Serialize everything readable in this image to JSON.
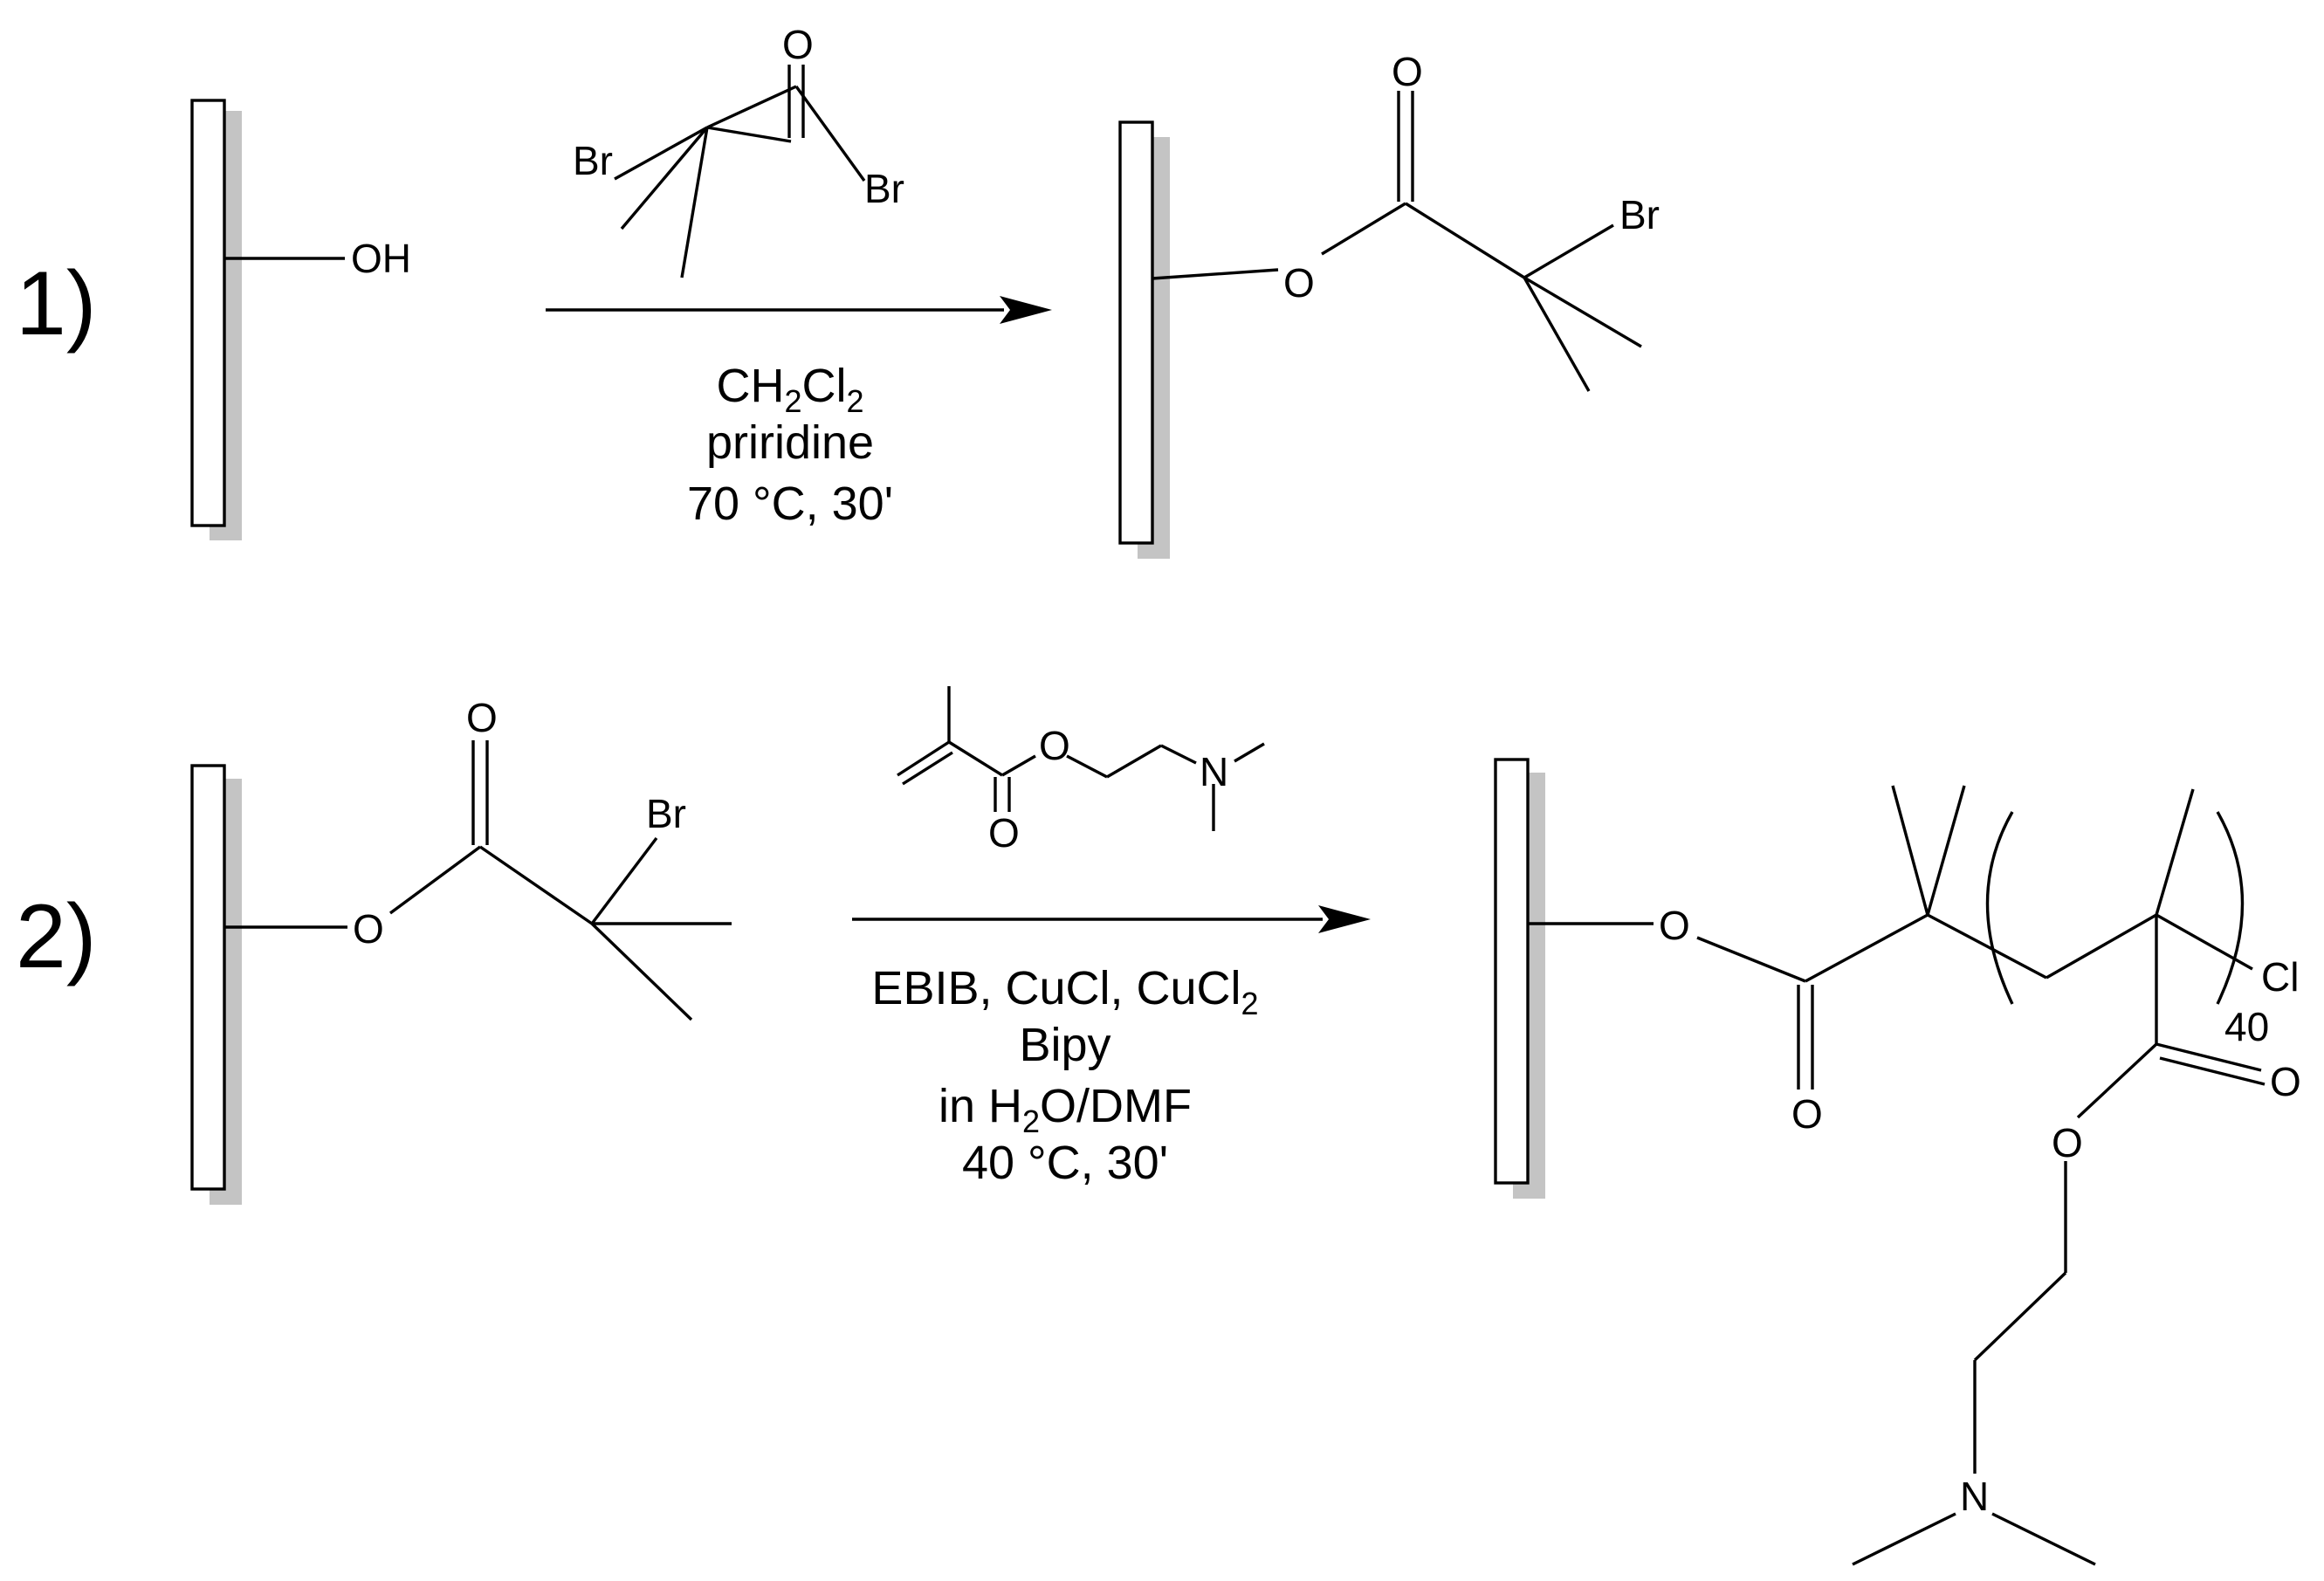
{
  "steps": [
    {
      "number": "1)",
      "start": {
        "group": "OH"
      },
      "reagent": {
        "atoms": {
          "o": "O",
          "br1": "Br",
          "br2": "Br"
        }
      },
      "conditions": {
        "line1": {
          "main": "CH",
          "s1": "2",
          "mid": "Cl",
          "s2": "2"
        },
        "line2": "priridine",
        "line3": "70 °C, 30'"
      },
      "product": {
        "atoms": {
          "o_ester": "O",
          "o_carbonyl": "O",
          "br": "Br"
        }
      }
    },
    {
      "number": "2)",
      "start": {
        "atoms": {
          "o_ester": "O",
          "o_carbonyl": "O",
          "br": "Br"
        }
      },
      "monomer": {
        "atoms": {
          "o_ester": "O",
          "o_carbonyl": "O",
          "n": "N"
        }
      },
      "conditions": {
        "line1": {
          "main": "EBIB, CuCl, CuCl",
          "s1": "2"
        },
        "line2": "Bipy",
        "line3": {
          "pre": "in H",
          "s1": "2",
          "post": "O/DMF"
        },
        "line4": "40 °C, 30'"
      },
      "product": {
        "atoms": {
          "o_ester": "O",
          "o_carbonyl1": "O",
          "o_carbonyl2": "O",
          "o_side": "O",
          "cl": "Cl",
          "n": "N"
        },
        "repeat": "40"
      }
    }
  ],
  "colors": {
    "ink": "#000000",
    "surface_shadow": "#c4c4c4",
    "background": "#ffffff"
  }
}
